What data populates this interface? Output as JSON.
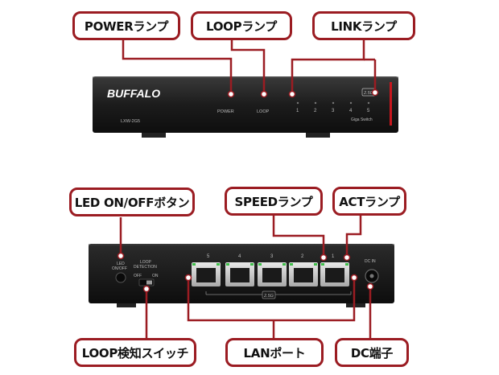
{
  "callouts": {
    "power_lamp": "POWERランプ",
    "loop_lamp": "LOOPランプ",
    "link_lamp": "LINKランプ",
    "led_button": "LED ON/OFFボタン",
    "speed_lamp": "SPEEDランプ",
    "act_lamp": "ACTランプ",
    "loop_switch": "LOOP検知スイッチ",
    "lan_port": "LANポート",
    "dc_jack": "DC端子"
  },
  "front_panel": {
    "brand": "BUFFALO",
    "model": "LXW-2G5",
    "power_label": "POWER",
    "loop_label": "LOOP",
    "port_numbers": [
      "1",
      "2",
      "3",
      "4",
      "5"
    ],
    "speed_badge": "2.5G",
    "product_name": "Giga Switch"
  },
  "rear_panel": {
    "led_label_line1": "LED",
    "led_label_line2": "ON/OFF",
    "loop_label_line1": "LOOP",
    "loop_label_line2": "DETECTION",
    "switch_off": "OFF",
    "switch_on": "ON",
    "port_numbers": [
      "5",
      "4",
      "3",
      "2",
      "1"
    ],
    "speed_badge": "2.5G",
    "dc_label": "DC IN"
  },
  "colors": {
    "callout_border": "#9b1c22",
    "leader_line": "#9b1c22",
    "device_body": "#1a1a1a",
    "port_led": "#3fbf4a",
    "accent_stripe": "#c8161d"
  }
}
